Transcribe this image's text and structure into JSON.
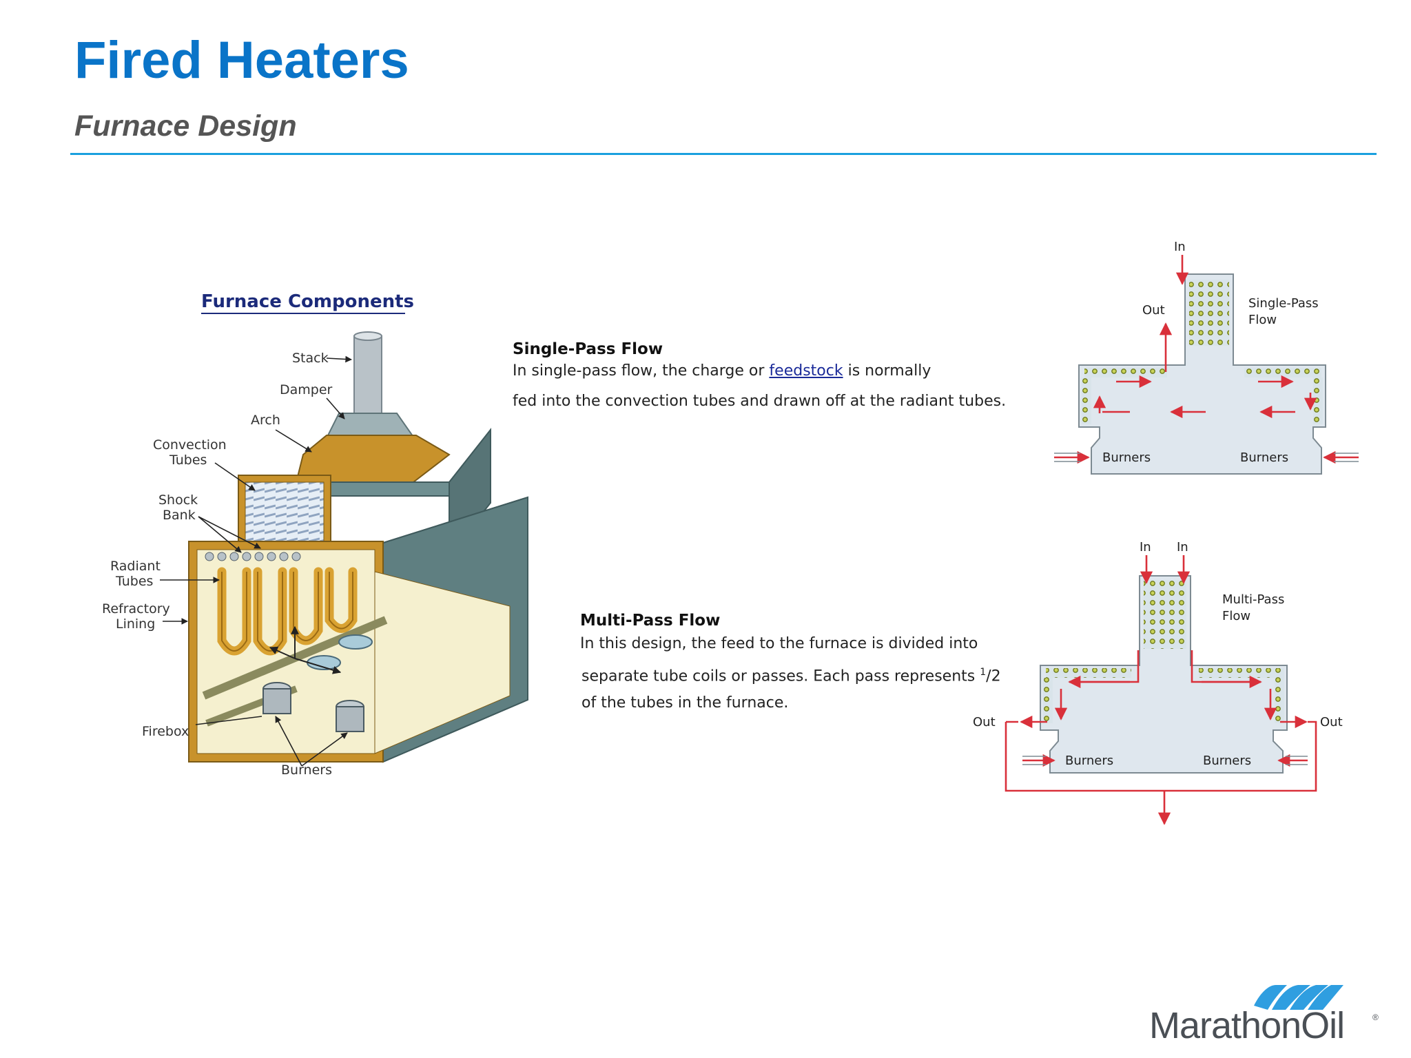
{
  "slide": {
    "title": "Fired Heaters",
    "subtitle": "Furnace Design"
  },
  "furnace_diagram": {
    "heading": "Furnace Components",
    "labels": {
      "stack": "Stack",
      "damper": "Damper",
      "arch": "Arch",
      "convection_1": "Convection",
      "convection_2": "Tubes",
      "shock_1": "Shock",
      "shock_2": "Bank",
      "radiant_1": "Radiant",
      "radiant_2": "Tubes",
      "refractory_1": "Refractory",
      "refractory_2": "Lining",
      "firebox": "Firebox",
      "burners": "Burners"
    }
  },
  "single_pass": {
    "heading": "Single-Pass Flow",
    "line1_before": "In single-pass flow, the charge or ",
    "line1_link": "feedstock",
    "line1_after": " is normally",
    "line2": "fed into the convection tubes and drawn off at the radiant   tubes.",
    "diagram": {
      "in_label": "In",
      "out_label": "Out",
      "caption_1": "Single-Pass",
      "caption_2": "Flow",
      "burners_left": "Burners",
      "burners_right": "Burners"
    }
  },
  "multi_pass": {
    "heading": "Multi-Pass Flow",
    "line1": "In this design, the feed to the furnace is divided into",
    "line2_before": "separate tube coils or passes.  Each pass represents ",
    "line2_fraction_num": "1",
    "line2_fraction_den": "/2",
    "line3": "of  the tubes in the furnace.",
    "diagram": {
      "in_label_left": "In",
      "in_label_right": "In",
      "out_label_left": "Out",
      "out_label_right": "Out",
      "caption_1": "Multi-Pass",
      "caption_2": "Flow",
      "burners_left": "Burners",
      "burners_right": "Burners"
    }
  },
  "logo": {
    "text": "MarathonOil",
    "registered": "®",
    "color": "#2f9ee0"
  },
  "colors": {
    "title": "#0a74c8",
    "rule": "#1aa0de",
    "arrow": "#d9303a",
    "tube": "#8a9a2a",
    "furnace_wall": "#6f8f91"
  }
}
